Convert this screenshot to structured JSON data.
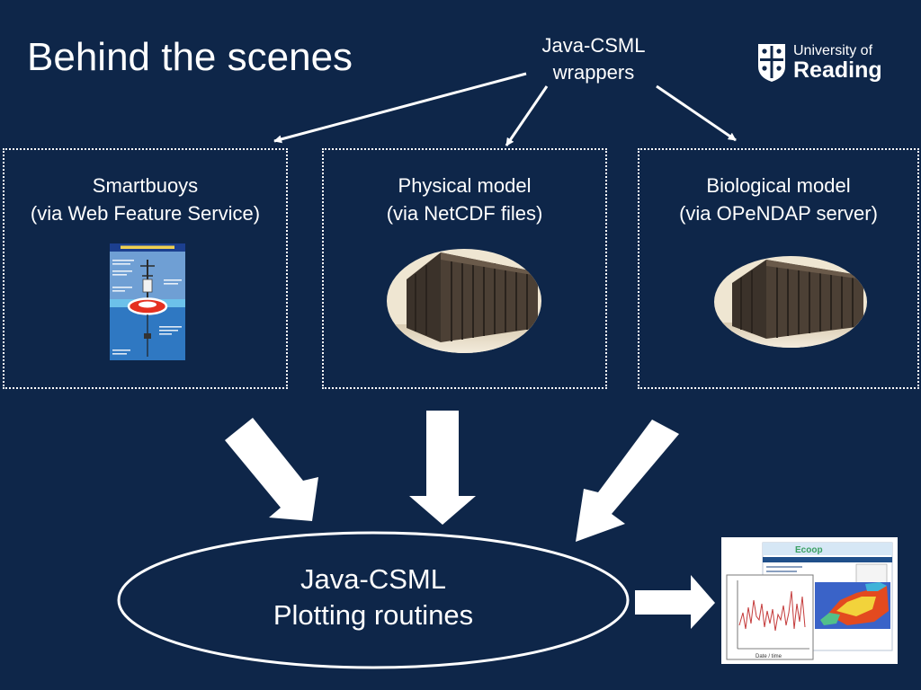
{
  "title": "Behind the scenes",
  "wrappers_label": {
    "line1": "Java-CSML",
    "line2": "wrappers"
  },
  "logo": {
    "line1": "University of",
    "line2": "Reading"
  },
  "sources": [
    {
      "title": "Smartbuoys",
      "subtitle": "(via Web Feature Service)",
      "image": "smartbuoy-diagram"
    },
    {
      "title": "Physical model",
      "subtitle": "(via NetCDF files)",
      "image": "supercomputer-photo"
    },
    {
      "title": "Biological model",
      "subtitle": "(via OPeNDAP server)",
      "image": "supercomputer-photo"
    }
  ],
  "plotting": {
    "line1": "Java-CSML",
    "line2": "Plotting routines"
  },
  "screenshot": {
    "brand": "Ecoop",
    "x_axis_label": "Date / time"
  },
  "colors": {
    "background": "#0e2649",
    "foreground": "#ffffff"
  }
}
